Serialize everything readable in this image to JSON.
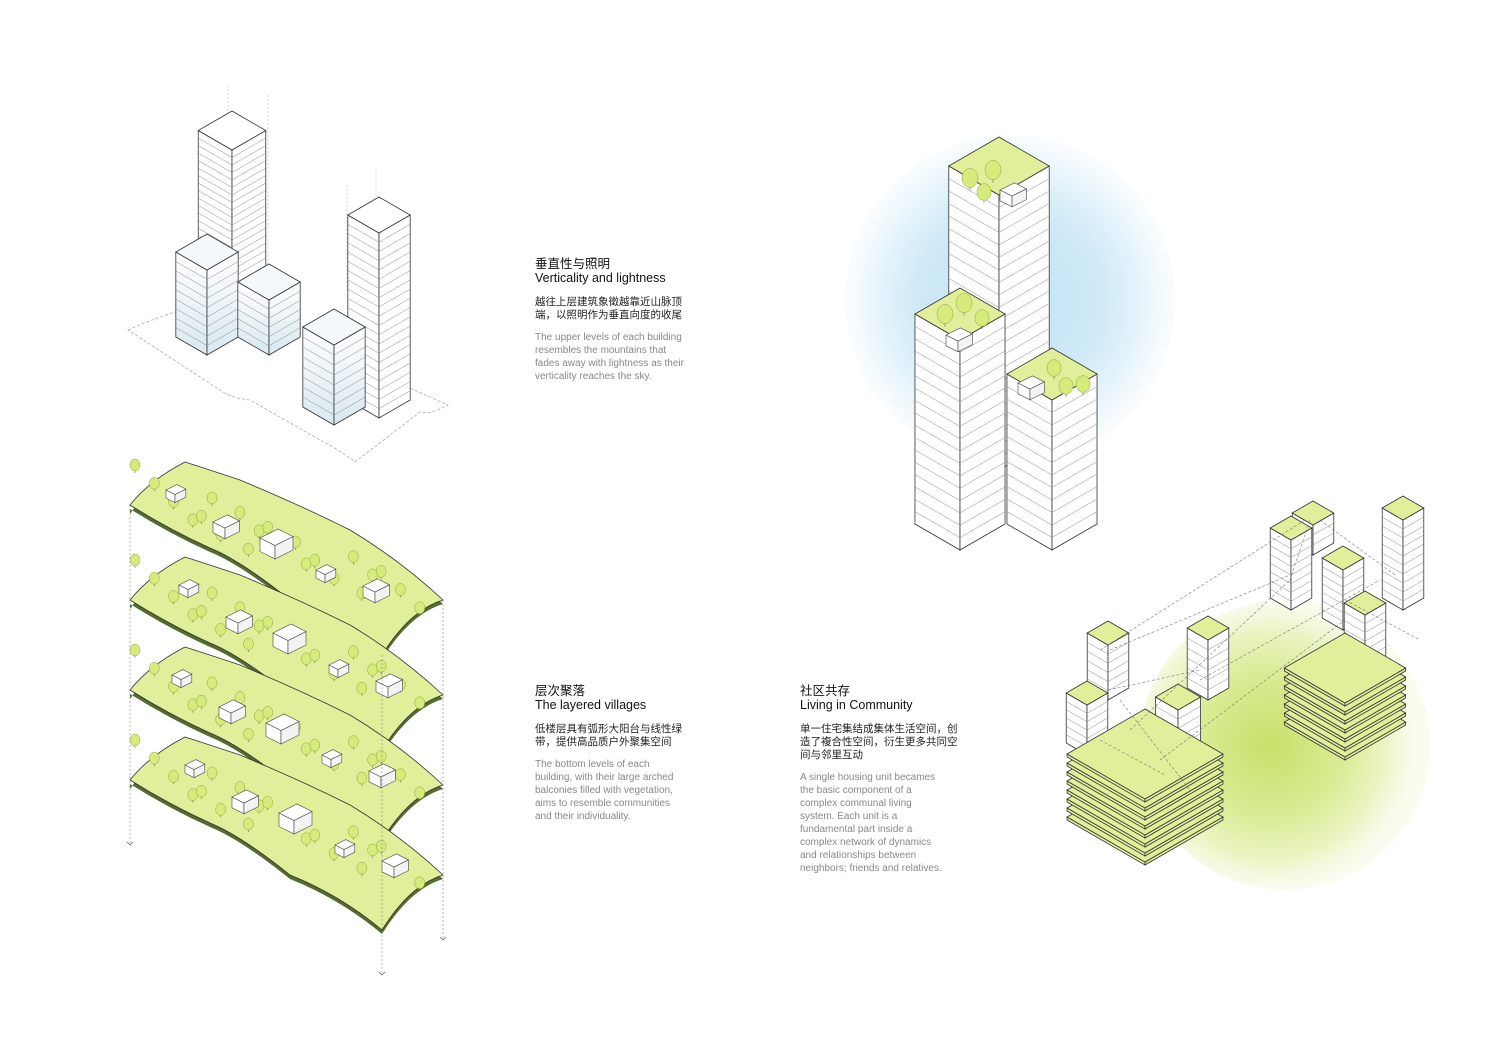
{
  "colors": {
    "green": "#e1ee9a",
    "green_dark": "#c9df5f",
    "blue_glow": "#cfe9f7",
    "tree": "#d7ea7c",
    "text_gray": "#888888"
  },
  "sections": [
    {
      "zh_title": "垂直性与照明",
      "en_title": "Verticality and lightness",
      "zh_body": "越往上层建筑象徵越靠近山脉顶端，以照明作为垂直向度的收尾",
      "en_body": "The upper levels of each building resembles the mountains that fades away with lightness as their verticality reaches the sky."
    },
    {
      "zh_title": "层次聚落",
      "en_title": "The layered villages",
      "zh_body": "低楼层具有弧形大阳台与线性绿带，提供高品质户外聚集空间",
      "en_body": "The bottom levels of each building, with their large arched balconies filled with vegetation, aims to resemble communities and their individuality."
    },
    {
      "zh_title": "社区共存",
      "en_title": "Living in Community",
      "zh_body": "单一住宅集结成集体生活空间，创造了複合性空间，衍生更多共同空间与邻里互动",
      "en_body": "A single housing unit becames the basic component of a complex communal living system. Each unit is a fundamental part inside a complex network of dynamics and relationships between neighbors; friends and relatives."
    }
  ]
}
